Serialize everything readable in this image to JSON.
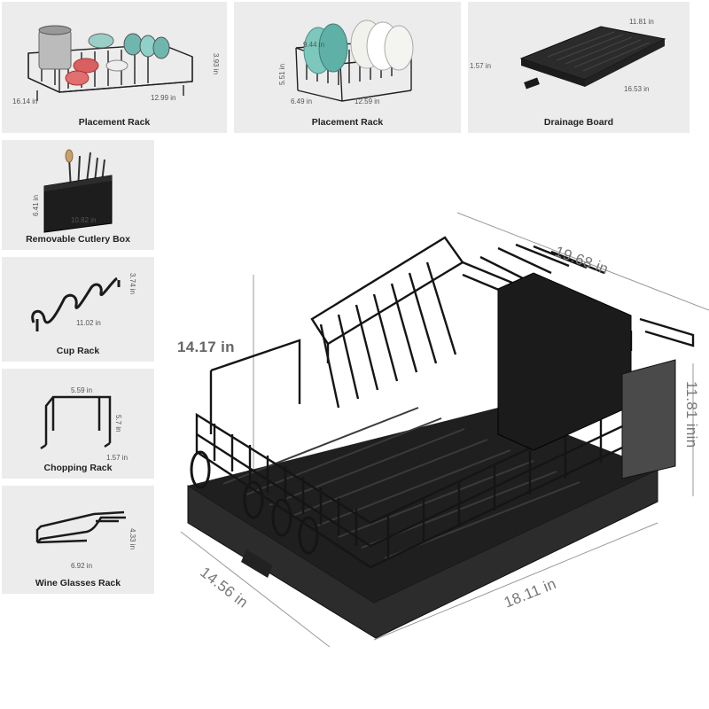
{
  "panels": {
    "placement_rack_1": {
      "label": "Placement Rack",
      "dims": [
        "16.14 in",
        "12.99 in",
        "3.93 in"
      ]
    },
    "placement_rack_2": {
      "label": "Placement Rack",
      "dims": [
        "9.44 in",
        "5.51 in",
        "6.49 in",
        "12.59 in"
      ]
    },
    "drainage_board": {
      "label": "Drainage Board",
      "dims": [
        "11.81 in",
        "1.57 in",
        "16.53 in"
      ]
    },
    "cutlery_box": {
      "label": "Removable Cutlery Box",
      "dims": [
        "6.41 in",
        "10.82 in"
      ]
    },
    "cup_rack": {
      "label": "Cup Rack",
      "dims": [
        "3.74 in",
        "11.02 in"
      ]
    },
    "chopping_rack": {
      "label": "Chopping Rack",
      "dims": [
        "5.59 in",
        "5.7 in",
        "1.57 in"
      ]
    },
    "wine_glasses_rack": {
      "label": "Wine Glasses Rack",
      "dims": [
        "4.33 in",
        "6.92 in"
      ]
    }
  },
  "main": {
    "dims": {
      "length_top": "19.68 in",
      "height": "14.17 in",
      "depth_right": "11.81 inin",
      "depth_left": "14.56 in",
      "width_bottom": "18.11 in"
    }
  },
  "colors": {
    "panel_bg": "#ececec",
    "rack": "#1a1a1a",
    "tray": "#2a2a2a",
    "dim_text": "#777777"
  }
}
